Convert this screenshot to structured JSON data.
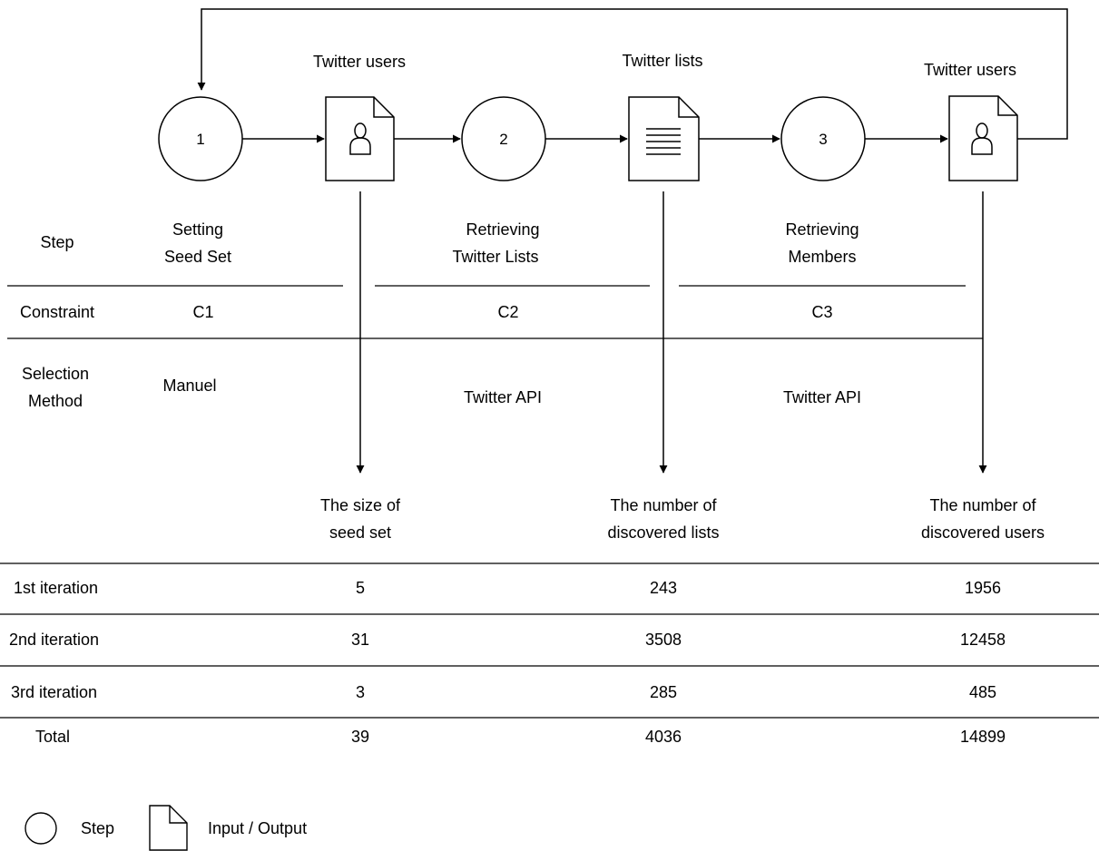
{
  "flow": {
    "labels": {
      "users_in": "Twitter users",
      "lists": "Twitter lists",
      "users_out": "Twitter users"
    },
    "steps": [
      "1",
      "2",
      "3"
    ],
    "icons": [
      "person-icon",
      "list-icon",
      "person-icon"
    ]
  },
  "rows": {
    "step": {
      "header": "Step",
      "c1": [
        "Setting",
        "Seed Set"
      ],
      "c2": [
        "Retrieving",
        "Twitter Lists"
      ],
      "c3": [
        "Retrieving",
        "Members"
      ]
    },
    "constraint": {
      "header": "Constraint",
      "c1": "C1",
      "c2": "C2",
      "c3": "C3"
    },
    "selection": {
      "header": [
        "Selection",
        "Method"
      ],
      "c1": "Manuel",
      "c2": "Twitter API",
      "c3": "Twitter API"
    }
  },
  "table": {
    "column_headers": [
      [
        "The size of",
        "seed set"
      ],
      [
        "The number of",
        "discovered lists"
      ],
      [
        "The number of",
        "discovered users"
      ]
    ],
    "rows": [
      {
        "label": "1st iteration",
        "values": [
          "5",
          "243",
          "1956"
        ]
      },
      {
        "label": "2nd iteration",
        "values": [
          "31",
          "3508",
          "12458"
        ]
      },
      {
        "label": "3rd iteration",
        "values": [
          "3",
          "285",
          "485"
        ]
      },
      {
        "label": "Total",
        "values": [
          "39",
          "4036",
          "14899"
        ]
      }
    ]
  },
  "legend": {
    "step": "Step",
    "io": "Input / Output"
  }
}
